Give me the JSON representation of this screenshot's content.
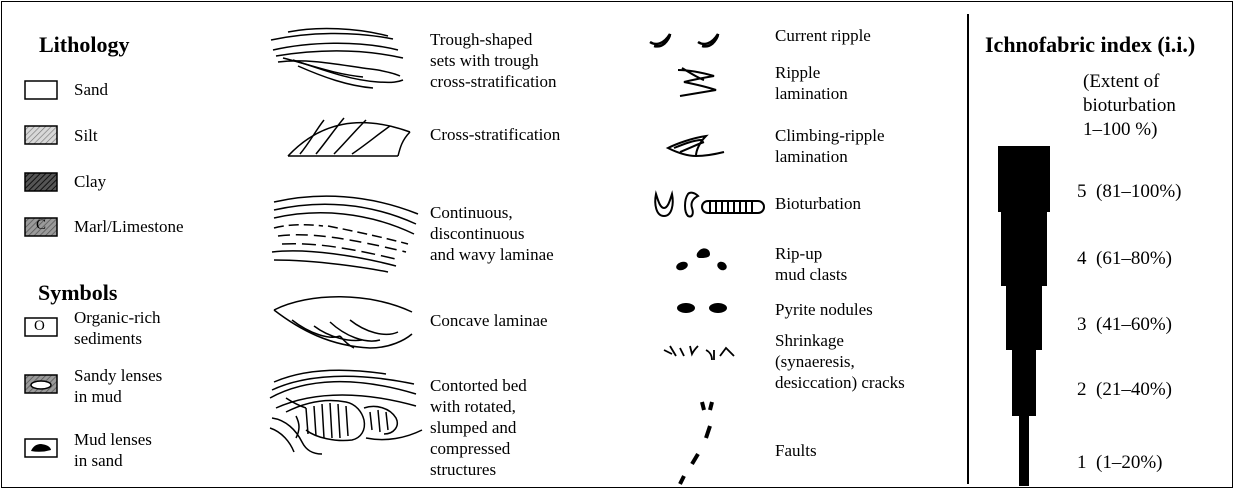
{
  "lithology": {
    "heading": "Lithology",
    "items": [
      {
        "label": "Sand",
        "pattern": "blank"
      },
      {
        "label": "Silt",
        "pattern": "fine-hatch"
      },
      {
        "label": "Clay",
        "pattern": "dark-hatch"
      },
      {
        "label": "Marl/Limestone",
        "pattern": "hatch-with-C",
        "glyph": "C"
      }
    ]
  },
  "symbols": {
    "heading": "Symbols",
    "items": [
      {
        "label": "Organic-rich\nsediments",
        "glyph": "O"
      },
      {
        "label": "Sandy lenses\nin mud"
      },
      {
        "label": "Mud lenses\nin sand"
      }
    ]
  },
  "structures": {
    "items": [
      {
        "label": "Trough-shaped\nsets with trough\ncross-stratification",
        "icon": "trough-cross-stratification-icon"
      },
      {
        "label": "Cross-stratification",
        "icon": "cross-stratification-icon"
      },
      {
        "label": "Continuous,\ndiscontinuous\nand wavy laminae",
        "icon": "laminae-icon"
      },
      {
        "label": "Concave laminae",
        "icon": "concave-laminae-icon"
      },
      {
        "label": "Contorted bed\nwith rotated,\nslumped and\ncompressed\nstructures",
        "icon": "contorted-bed-icon"
      }
    ]
  },
  "features": {
    "items": [
      {
        "label": "Current ripple",
        "icon": "current-ripple-icon"
      },
      {
        "label": "Ripple\nlamination",
        "icon": "ripple-lamination-icon"
      },
      {
        "label": "Climbing-ripple\nlamination",
        "icon": "climbing-ripple-icon"
      },
      {
        "label": "Bioturbation",
        "icon": "bioturbation-icon"
      },
      {
        "label": "Rip-up\nmud clasts",
        "icon": "rip-up-clasts-icon"
      },
      {
        "label": "Pyrite nodules",
        "icon": "pyrite-nodules-icon"
      },
      {
        "label": "Shrinkage\n(synaeresis,\ndesiccation) cracks",
        "icon": "shrinkage-cracks-icon"
      },
      {
        "label": "Faults",
        "icon": "faults-icon"
      }
    ]
  },
  "ichnofabric": {
    "heading": "Ichnofabric index (i.i.)",
    "note": "(Extent of\nbioturbation\n1–100 %)",
    "levels": [
      {
        "label": "5  (81–100%)",
        "value": 5
      },
      {
        "label": "4  (61–80%)",
        "value": 4
      },
      {
        "label": "3  (41–60%)",
        "value": 3
      },
      {
        "label": "2  (21–40%)",
        "value": 2
      },
      {
        "label": "1  (1–20%)",
        "value": 1
      }
    ]
  }
}
